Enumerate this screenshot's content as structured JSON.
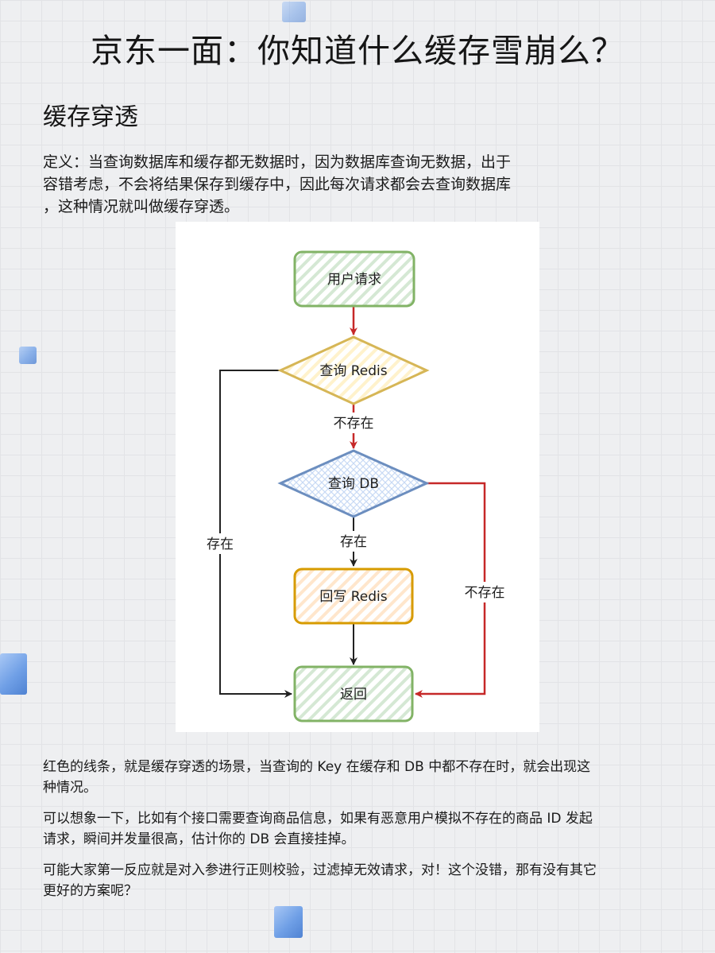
{
  "title": "京东一面：你知道什么缓存雪崩么？",
  "heading": "缓存穿透",
  "definition": "定义：当查询数据库和缓存都无数据时，因为数据库查询无数据，出于\n容错考虑，不会将结果保存到缓存中，因此每次请求都会去查询数据库\n，这种情况就叫做缓存穿透。",
  "diagram": {
    "nodes": {
      "user_request": "用户请求",
      "query_redis": "查询 Redis",
      "query_db": "查询 DB",
      "write_back": "回写 Redis",
      "return": "返回"
    },
    "edges": {
      "redis_miss": "不存在",
      "redis_hit": "存在",
      "db_hit": "存在",
      "db_miss": "不存在"
    }
  },
  "paragraphs": {
    "p1": "红色的线条，就是缓存穿透的场景，当查询的 Key 在缓存和 DB 中都不存在时，就会出现这种情况。",
    "p2": "可以想象一下，比如有个接口需要查询商品信息，如果有恶意用户模拟不存在的商品 ID 发起请求，瞬间并发量很高，估计你的 DB 会直接挂掉。",
    "p3": "可能大家第一反应就是对入参进行正则校验，过滤掉无效请求，对！这个没错，那有没有其它更好的方案呢？"
  },
  "colors": {
    "green_fill": "#d5e8d4",
    "green_stroke": "#82b366",
    "yellow_fill": "#fff2cc",
    "yellow_stroke": "#d6b656",
    "blue_fill": "#dae8fc",
    "blue_stroke": "#6c8ebf",
    "orange_fill": "#ffe6cc",
    "orange_stroke": "#d79b00",
    "red_edge": "#c62828",
    "black_edge": "#222222"
  }
}
